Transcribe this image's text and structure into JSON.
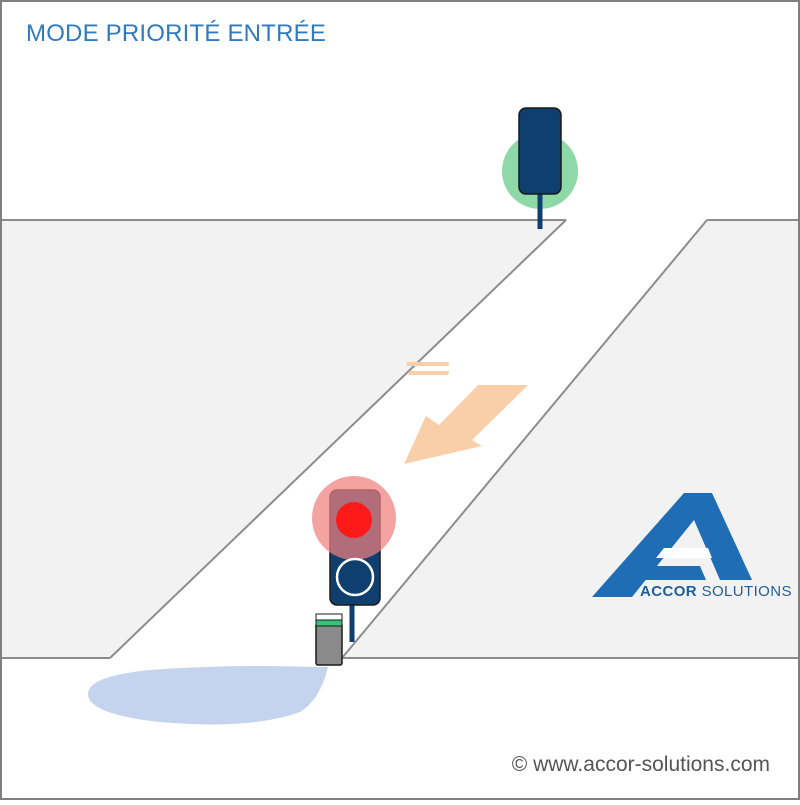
{
  "header": {
    "title": "MODE PRIORITÉ ENTRÉE"
  },
  "logo": {
    "name_bold": "ACCOR",
    "name_light": " SOLUTIONS"
  },
  "footer": {
    "copyright": "© www.accor-solutions.com"
  },
  "signals": {
    "top": {
      "state": "green",
      "icon": "traffic-light-icon"
    },
    "bottom": {
      "state": "red",
      "icon": "traffic-light-icon"
    }
  },
  "colors": {
    "road": "#f2f2f2",
    "lane": "#ffffff",
    "signal_body": "#0f3f6e",
    "green_glow": "#8fd9a8",
    "red_glow": "#f08080",
    "red_light": "#ff1a1a",
    "arrow": "#f9cfaa",
    "detection_zone": "#c5d4ee",
    "logo_blue": "#1f6db5"
  }
}
